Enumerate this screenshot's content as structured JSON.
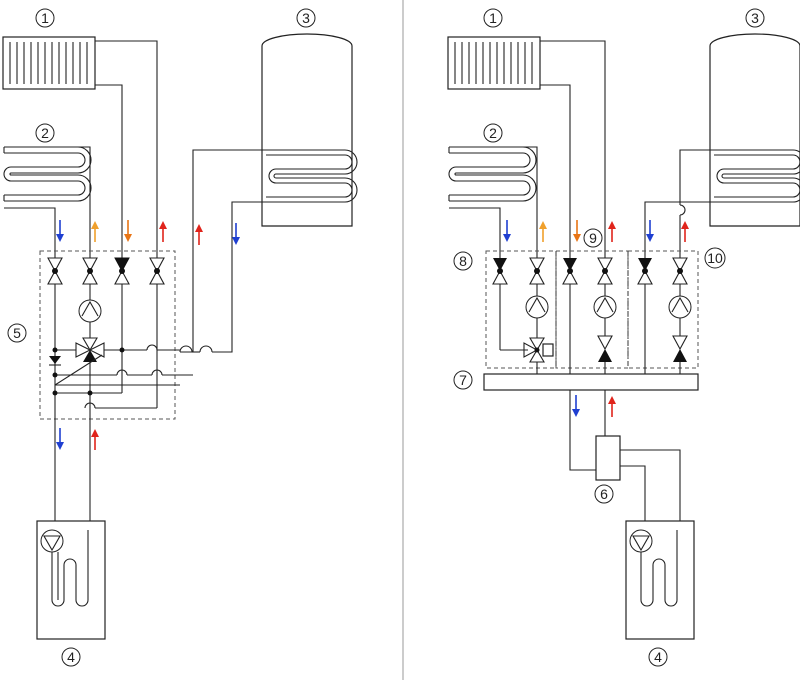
{
  "labels": {
    "l1": "1",
    "l2": "2",
    "l3": "3",
    "l4": "4",
    "l5": "5",
    "r1": "1",
    "r2": "2",
    "r3": "3",
    "r4": "4",
    "r6": "6",
    "r7": "7",
    "r8": "8",
    "r9": "9",
    "r10": "10"
  },
  "colors": {
    "supply_hot": "#e0241b",
    "return_cold": "#1f3fd1",
    "floor_supply": "#f0a02c",
    "radiator_return": "#e87414",
    "line": "#222222",
    "divider": "#999999"
  }
}
